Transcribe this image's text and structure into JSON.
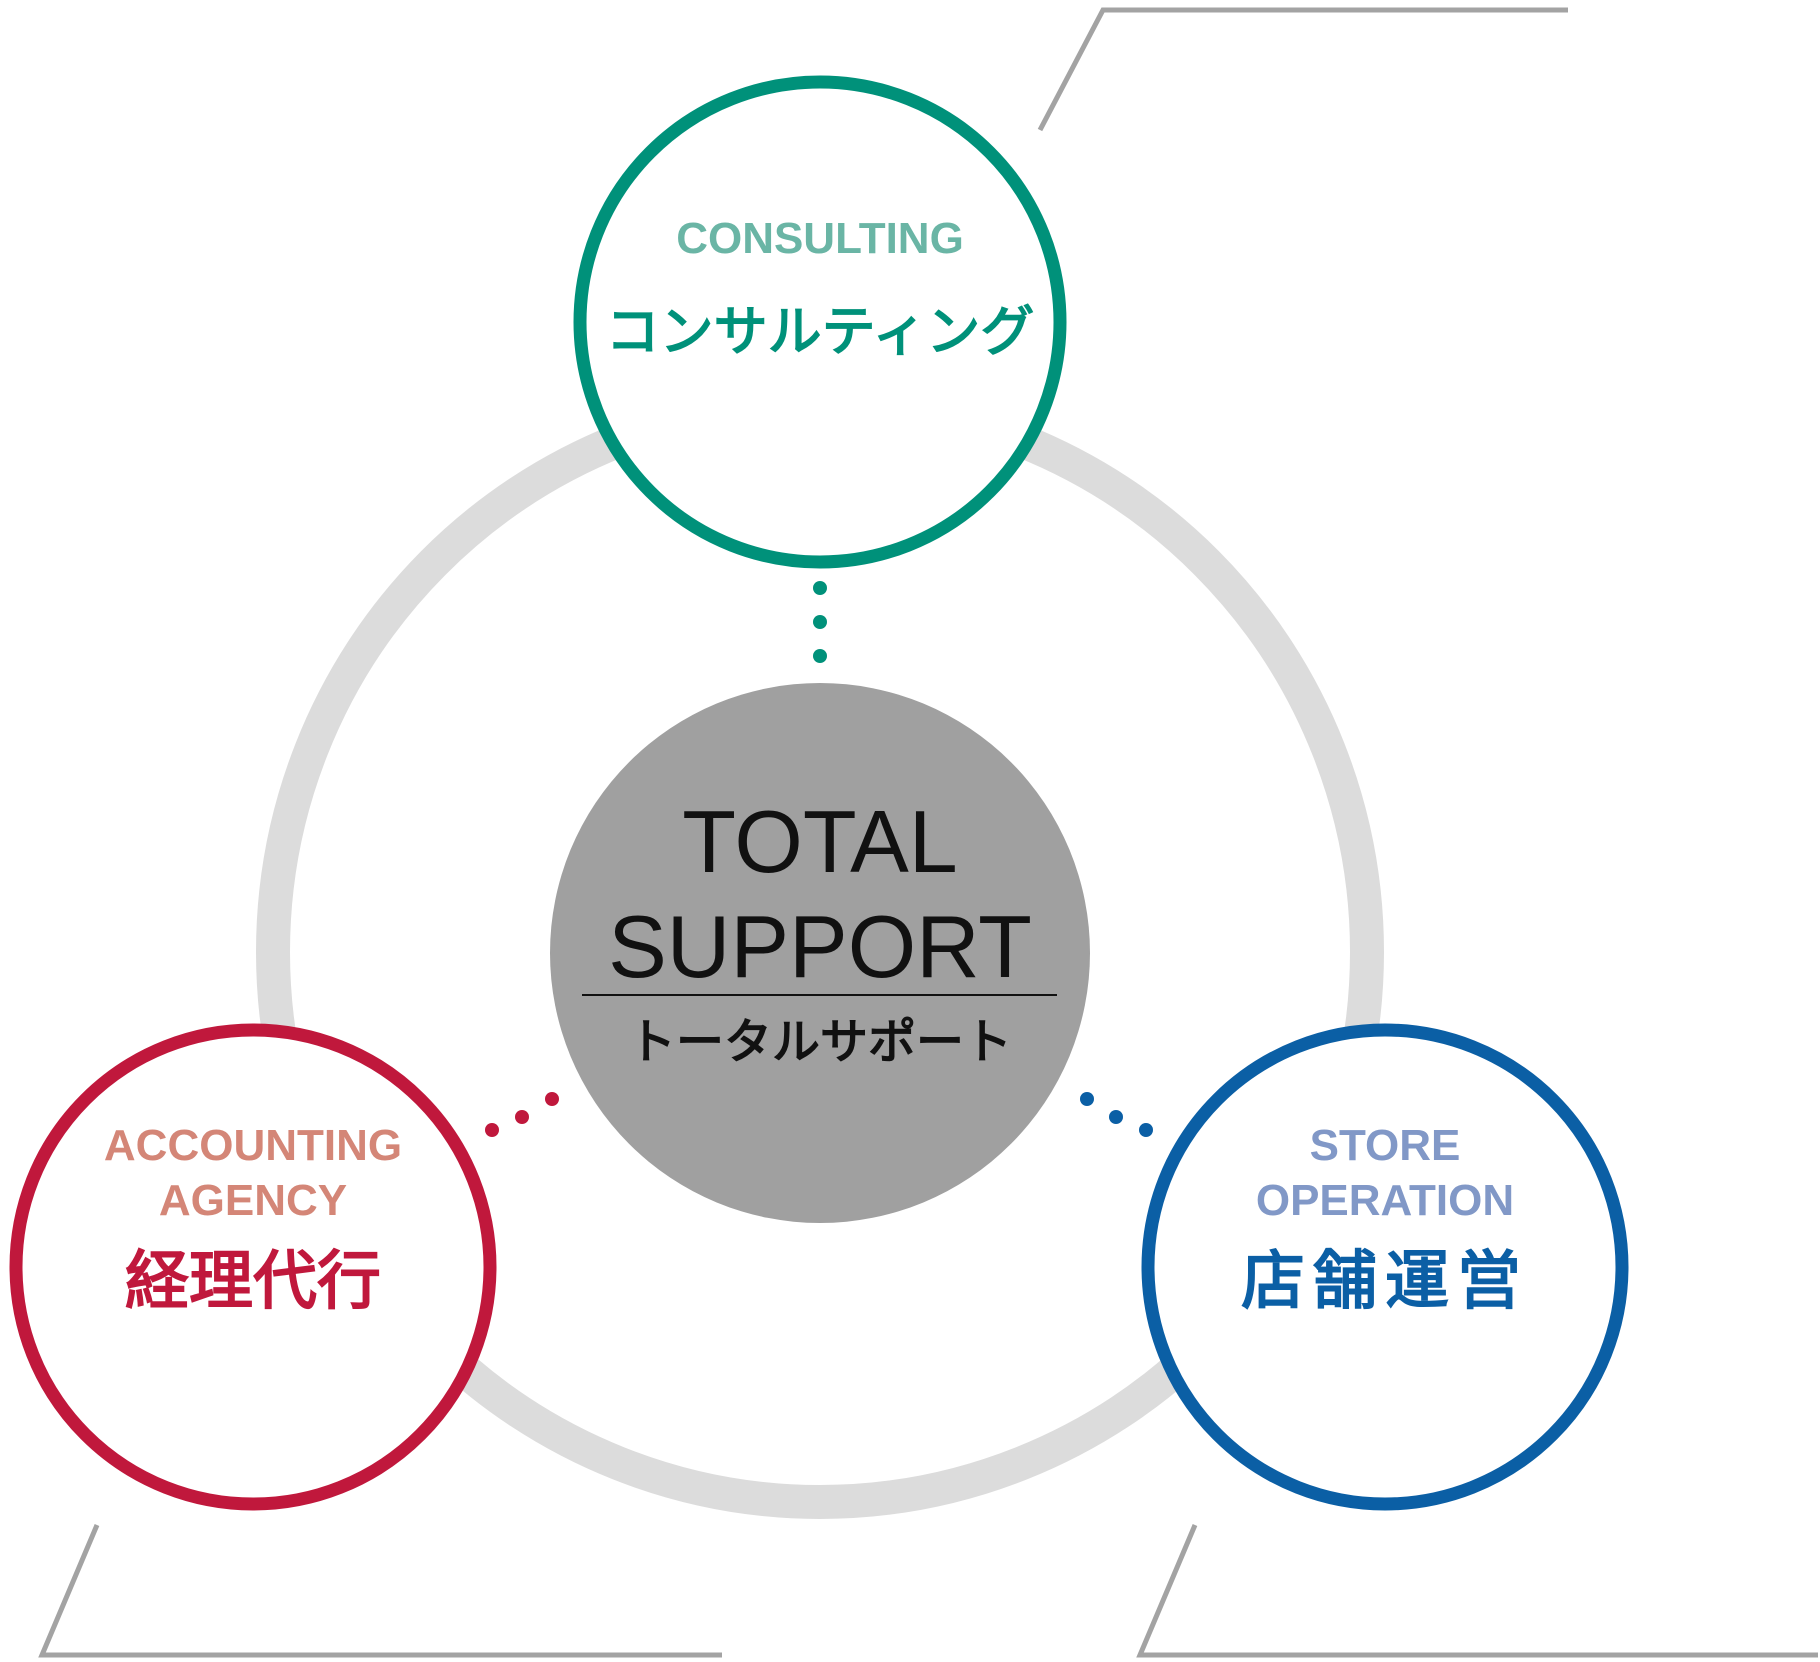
{
  "colors": {
    "background": "#ffffff",
    "ring": "#dcdcdc",
    "bracket": "#a3a3a3",
    "center_fill": "#a0a0a0",
    "center_text": "#111111",
    "consulting": "#00917a",
    "consulting_light": "#6ab5a5",
    "accounting": "#c0183c",
    "accounting_light": "#d48677",
    "store": "#0b5fa5",
    "store_light": "#8198c7"
  },
  "center": {
    "title_line1": "TOTAL",
    "title_line2": "SUPPORT",
    "subtitle": "トータルサポート"
  },
  "nodes": {
    "consulting": {
      "en_line1": "CONSULTING",
      "jp": "コンサルティング"
    },
    "accounting": {
      "en_line1": "ACCOUNTING",
      "en_line2": "AGENCY",
      "jp": "経理代行"
    },
    "store": {
      "en_line1": "STORE",
      "en_line2": "OPERATION",
      "jp": "店舗運営"
    }
  }
}
